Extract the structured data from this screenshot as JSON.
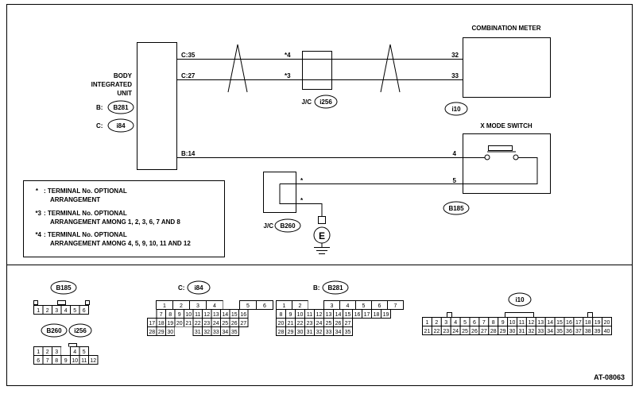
{
  "body_unit": {
    "title_lines": [
      "BODY",
      "INTEGRATED",
      "UNIT"
    ],
    "connectors": [
      {
        "prefix": "B:",
        "code": "B281"
      },
      {
        "prefix": "C:",
        "code": "i84"
      }
    ]
  },
  "combination_meter": {
    "title": "COMBINATION METER",
    "connector": "i10"
  },
  "x_mode_switch": {
    "title": "X MODE SWITCH",
    "connector": "B185"
  },
  "joint_i256": {
    "label": "J/C",
    "code": "i256"
  },
  "joint_b260": {
    "label": "J/C",
    "code": "B260"
  },
  "ground_symbol": "E",
  "wires": {
    "w1_left": "C:35",
    "w1_mark": "*4",
    "w1_right": "32",
    "w2_left": "C:27",
    "w2_mark": "*3",
    "w2_right": "33",
    "w3_left": "B:14",
    "w3_right": "4",
    "w4_mark": "*",
    "w4_right": "5",
    "w5_mark": "*"
  },
  "legend": [
    {
      "key": "*",
      "lines": [
        ": TERMINAL No. OPTIONAL",
        "ARRANGEMENT"
      ]
    },
    {
      "key": "*3",
      "lines": [
        ": TERMINAL No. OPTIONAL",
        "ARRANGEMENT AMONG 1, 2, 3, 6, 7 AND 8"
      ]
    },
    {
      "key": "*4",
      "lines": [
        ": TERMINAL No. OPTIONAL",
        "ARRANGEMENT AMONG 4, 5, 9, 10, 11 AND 12"
      ]
    }
  ],
  "connector_views": {
    "b185": {
      "code": "B185",
      "row1": [
        "1",
        "2",
        "3",
        "4",
        "5",
        "6"
      ]
    },
    "b260": {
      "code": "B260"
    },
    "i256": {
      "code": "i256",
      "row1": [
        "1",
        "2",
        "3",
        "",
        "4",
        "5"
      ],
      "row2": [
        "6",
        "7",
        "8",
        "9",
        "10",
        "11",
        "12"
      ]
    },
    "i84": {
      "prefix": "C:",
      "code": "i84",
      "row1": [
        "1",
        "2",
        "3",
        "4",
        "",
        "5",
        "6"
      ],
      "row2": [
        "",
        "7",
        "8",
        "9",
        "10",
        "11",
        "12",
        "13",
        "14",
        "15",
        "16"
      ],
      "row3": [
        "17",
        "18",
        "19",
        "20",
        "21",
        "22",
        "23",
        "24",
        "25",
        "26",
        "27"
      ],
      "row4": [
        "28",
        "29",
        "30",
        "",
        "",
        "31",
        "32",
        "33",
        "34",
        "35"
      ]
    },
    "b281": {
      "prefix": "B:",
      "code": "B281",
      "row1": [
        "1",
        "2",
        "",
        "3",
        "4",
        "5",
        "6",
        "7"
      ],
      "row2": [
        "8",
        "9",
        "10",
        "11",
        "12",
        "13",
        "14",
        "15",
        "16",
        "17",
        "18",
        "19"
      ],
      "row3": [
        "20",
        "21",
        "22",
        "23",
        "24",
        "25",
        "26",
        "27"
      ],
      "row4": [
        "28",
        "29",
        "30",
        "31",
        "32",
        "33",
        "34",
        "35"
      ]
    },
    "i10": {
      "code": "i10",
      "row1": [
        "1",
        "2",
        "3",
        "4",
        "5",
        "6",
        "7",
        "8",
        "9",
        "10",
        "11",
        "12",
        "13",
        "14",
        "15",
        "16",
        "17",
        "18",
        "19",
        "20"
      ],
      "row2": [
        "21",
        "22",
        "23",
        "24",
        "25",
        "26",
        "27",
        "28",
        "29",
        "30",
        "31",
        "32",
        "33",
        "34",
        "35",
        "36",
        "37",
        "38",
        "39",
        "40"
      ]
    }
  },
  "figure_id": "AT-08063"
}
